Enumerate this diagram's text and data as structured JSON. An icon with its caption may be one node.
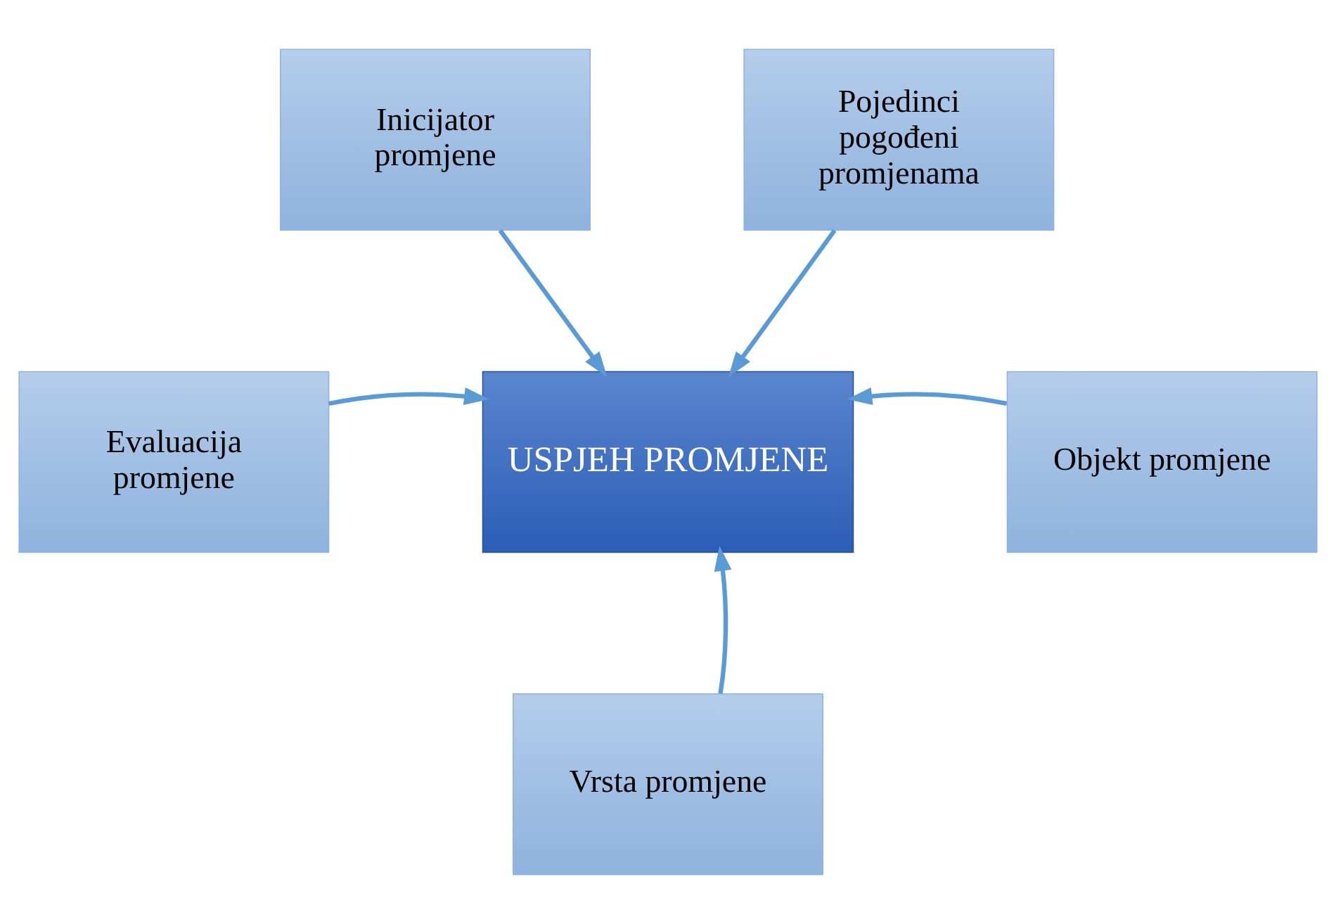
{
  "diagram": {
    "nodes": [
      {
        "text": [
          "Inicijator promjene"
        ]
      },
      {
        "text": [
          "Pojedinci pogođeni promjenama"
        ]
      },
      {
        "text": [
          "Evaluacija promjene"
        ]
      },
      {
        "text": [
          "USPJEH PROMJENE"
        ]
      },
      {
        "text": [
          "Objekt promjene"
        ]
      },
      {
        "text": [
          "Vrsta promjene"
        ]
      }
    ],
    "edges": [
      {
        "from": 0,
        "to": 3,
        "arrow": "to"
      },
      {
        "from": 1,
        "to": 3,
        "arrow": "to"
      },
      {
        "from": 2,
        "to": 3,
        "arrow": "to"
      },
      {
        "from": 4,
        "to": 3,
        "arrow": "to"
      },
      {
        "from": 5,
        "to": 3,
        "arrow": "to"
      }
    ]
  }
}
